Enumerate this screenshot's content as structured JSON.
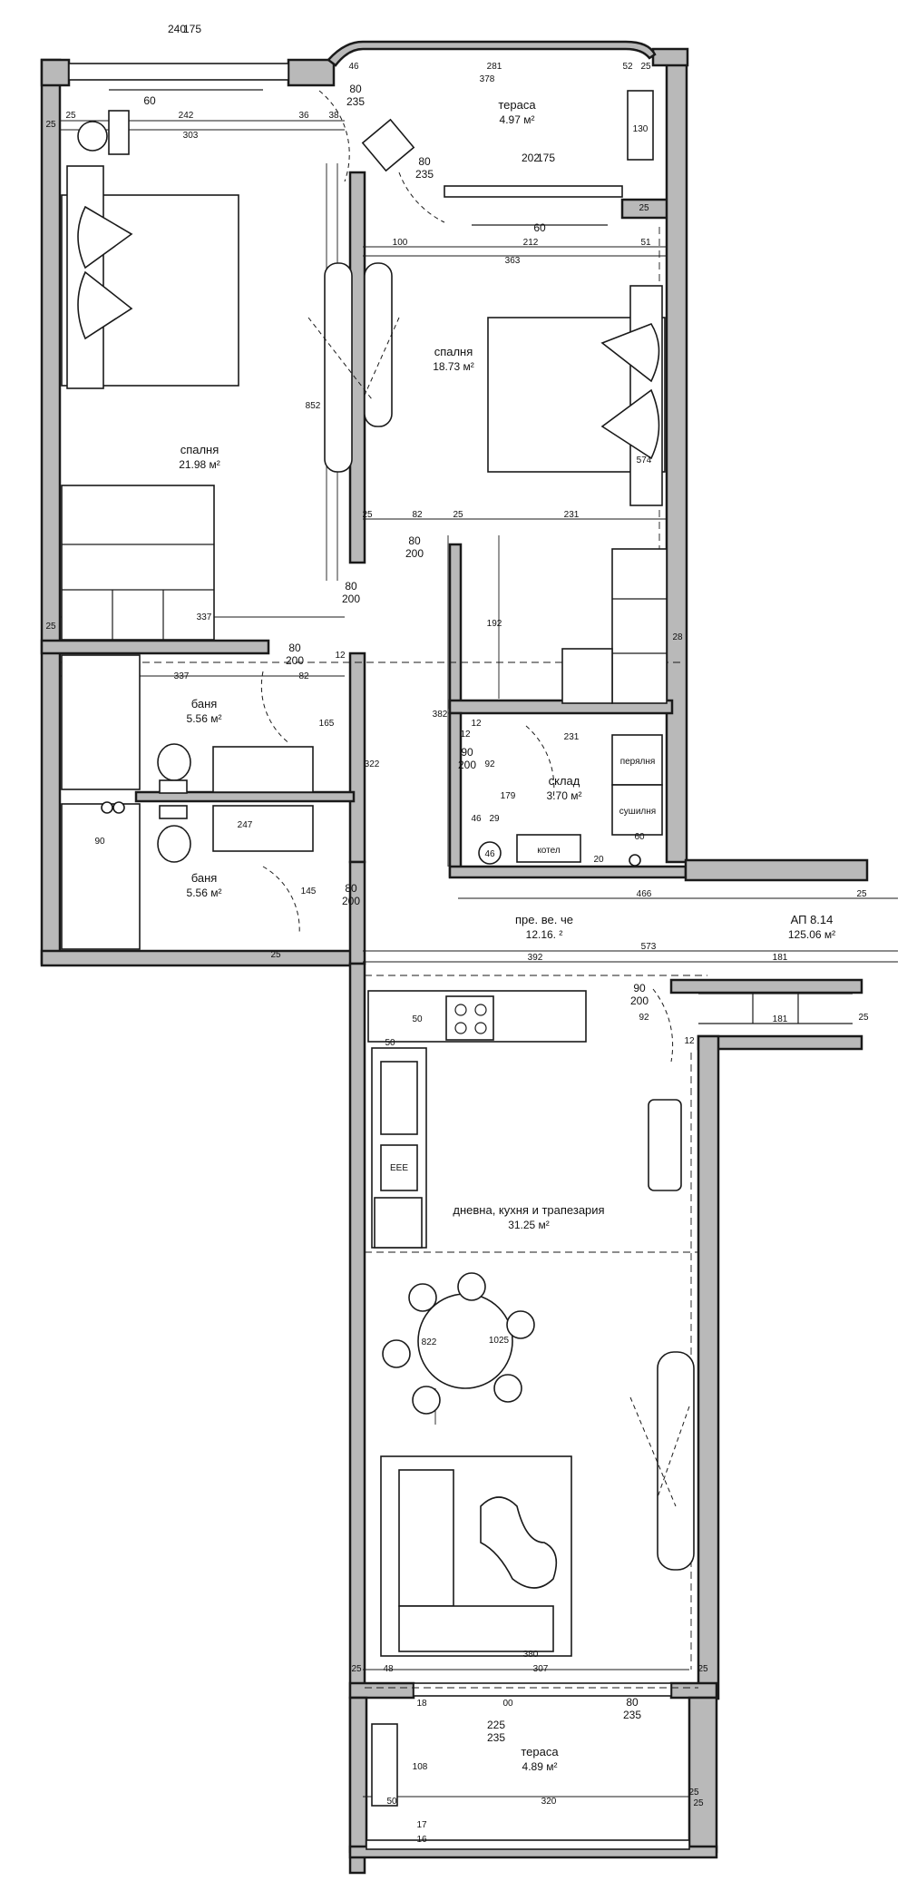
{
  "rooms": {
    "bedroom_1": {
      "name": "спалня",
      "area": "21.98 м²"
    },
    "bedroom_2": {
      "name": "спалня",
      "area": "18.73 м²"
    },
    "terrace_top": {
      "name": "тераса",
      "area": "4.97 м²"
    },
    "bath_1": {
      "name": "баня",
      "area": "5.56 м²"
    },
    "bath_2": {
      "name": "баня",
      "area": "5.56 м²"
    },
    "storage": {
      "name": "склад",
      "area": "3.70 м²"
    },
    "hall": {
      "name": "пре. ве. че",
      "area": "12.16. ²"
    },
    "living": {
      "name": "дневна, кухня и трапезария",
      "area": "31.25 м²"
    },
    "terrace_bottom": {
      "name": "тераса",
      "area": "4.89 м²"
    }
  },
  "apartment": {
    "label": "АП 8.14",
    "area": "125.06 м²"
  },
  "appliances": {
    "laundry": "перялня",
    "dryer": "сушилня",
    "boiler": "котел"
  },
  "doors": [
    {
      "w": "80",
      "h": "235"
    },
    {
      "w": "80",
      "h": "235"
    },
    {
      "w": "80",
      "h": "200"
    },
    {
      "w": "80",
      "h": "200"
    },
    {
      "w": "80",
      "h": "200"
    },
    {
      "w": "80",
      "h": "200"
    },
    {
      "w": "90",
      "h": "200"
    },
    {
      "w": "90",
      "h": "200"
    },
    {
      "w": "80",
      "h": "235"
    },
    {
      "w": "225",
      "h": "235"
    }
  ],
  "windows": [
    {
      "w": "240",
      "h": "175",
      "sill": "60"
    },
    {
      "w": "202",
      "h": "175",
      "sill": "60"
    }
  ],
  "dimensions": {
    "top_row": [
      "46",
      "281",
      "52",
      "25",
      "378"
    ],
    "bed1_row": [
      "25",
      "242",
      "36",
      "38",
      "303"
    ],
    "bed2_row": [
      "100",
      "212",
      "51",
      "363"
    ],
    "bed2_lower": [
      "25",
      "82",
      "25",
      "231"
    ],
    "mid_row": [
      "25",
      "337",
      "337",
      "82",
      "12"
    ],
    "bath_row": [
      "247",
      "90",
      "145",
      "165",
      "322"
    ],
    "storage_row": [
      "231",
      "12",
      "12",
      "179",
      "92",
      "46",
      "29",
      "20",
      "60"
    ],
    "hall_row": [
      "466",
      "25",
      "573",
      "392",
      "181",
      "181",
      "25"
    ],
    "kitchen_row": [
      "50",
      "50",
      "92",
      "12",
      "822"
    ],
    "living_row": [
      "380",
      "307",
      "25",
      "25",
      "48",
      "18",
      "108",
      "50",
      "320",
      "25",
      "17",
      "16"
    ],
    "vertical": [
      "1025",
      "852",
      "574",
      "192",
      "382",
      "25",
      "25",
      "25",
      "28",
      "130",
      "25"
    ]
  },
  "misc": {
    "boiler_code": "46",
    "counter_code": "ЕЕЕ",
    "window_sill_mark": "00"
  }
}
